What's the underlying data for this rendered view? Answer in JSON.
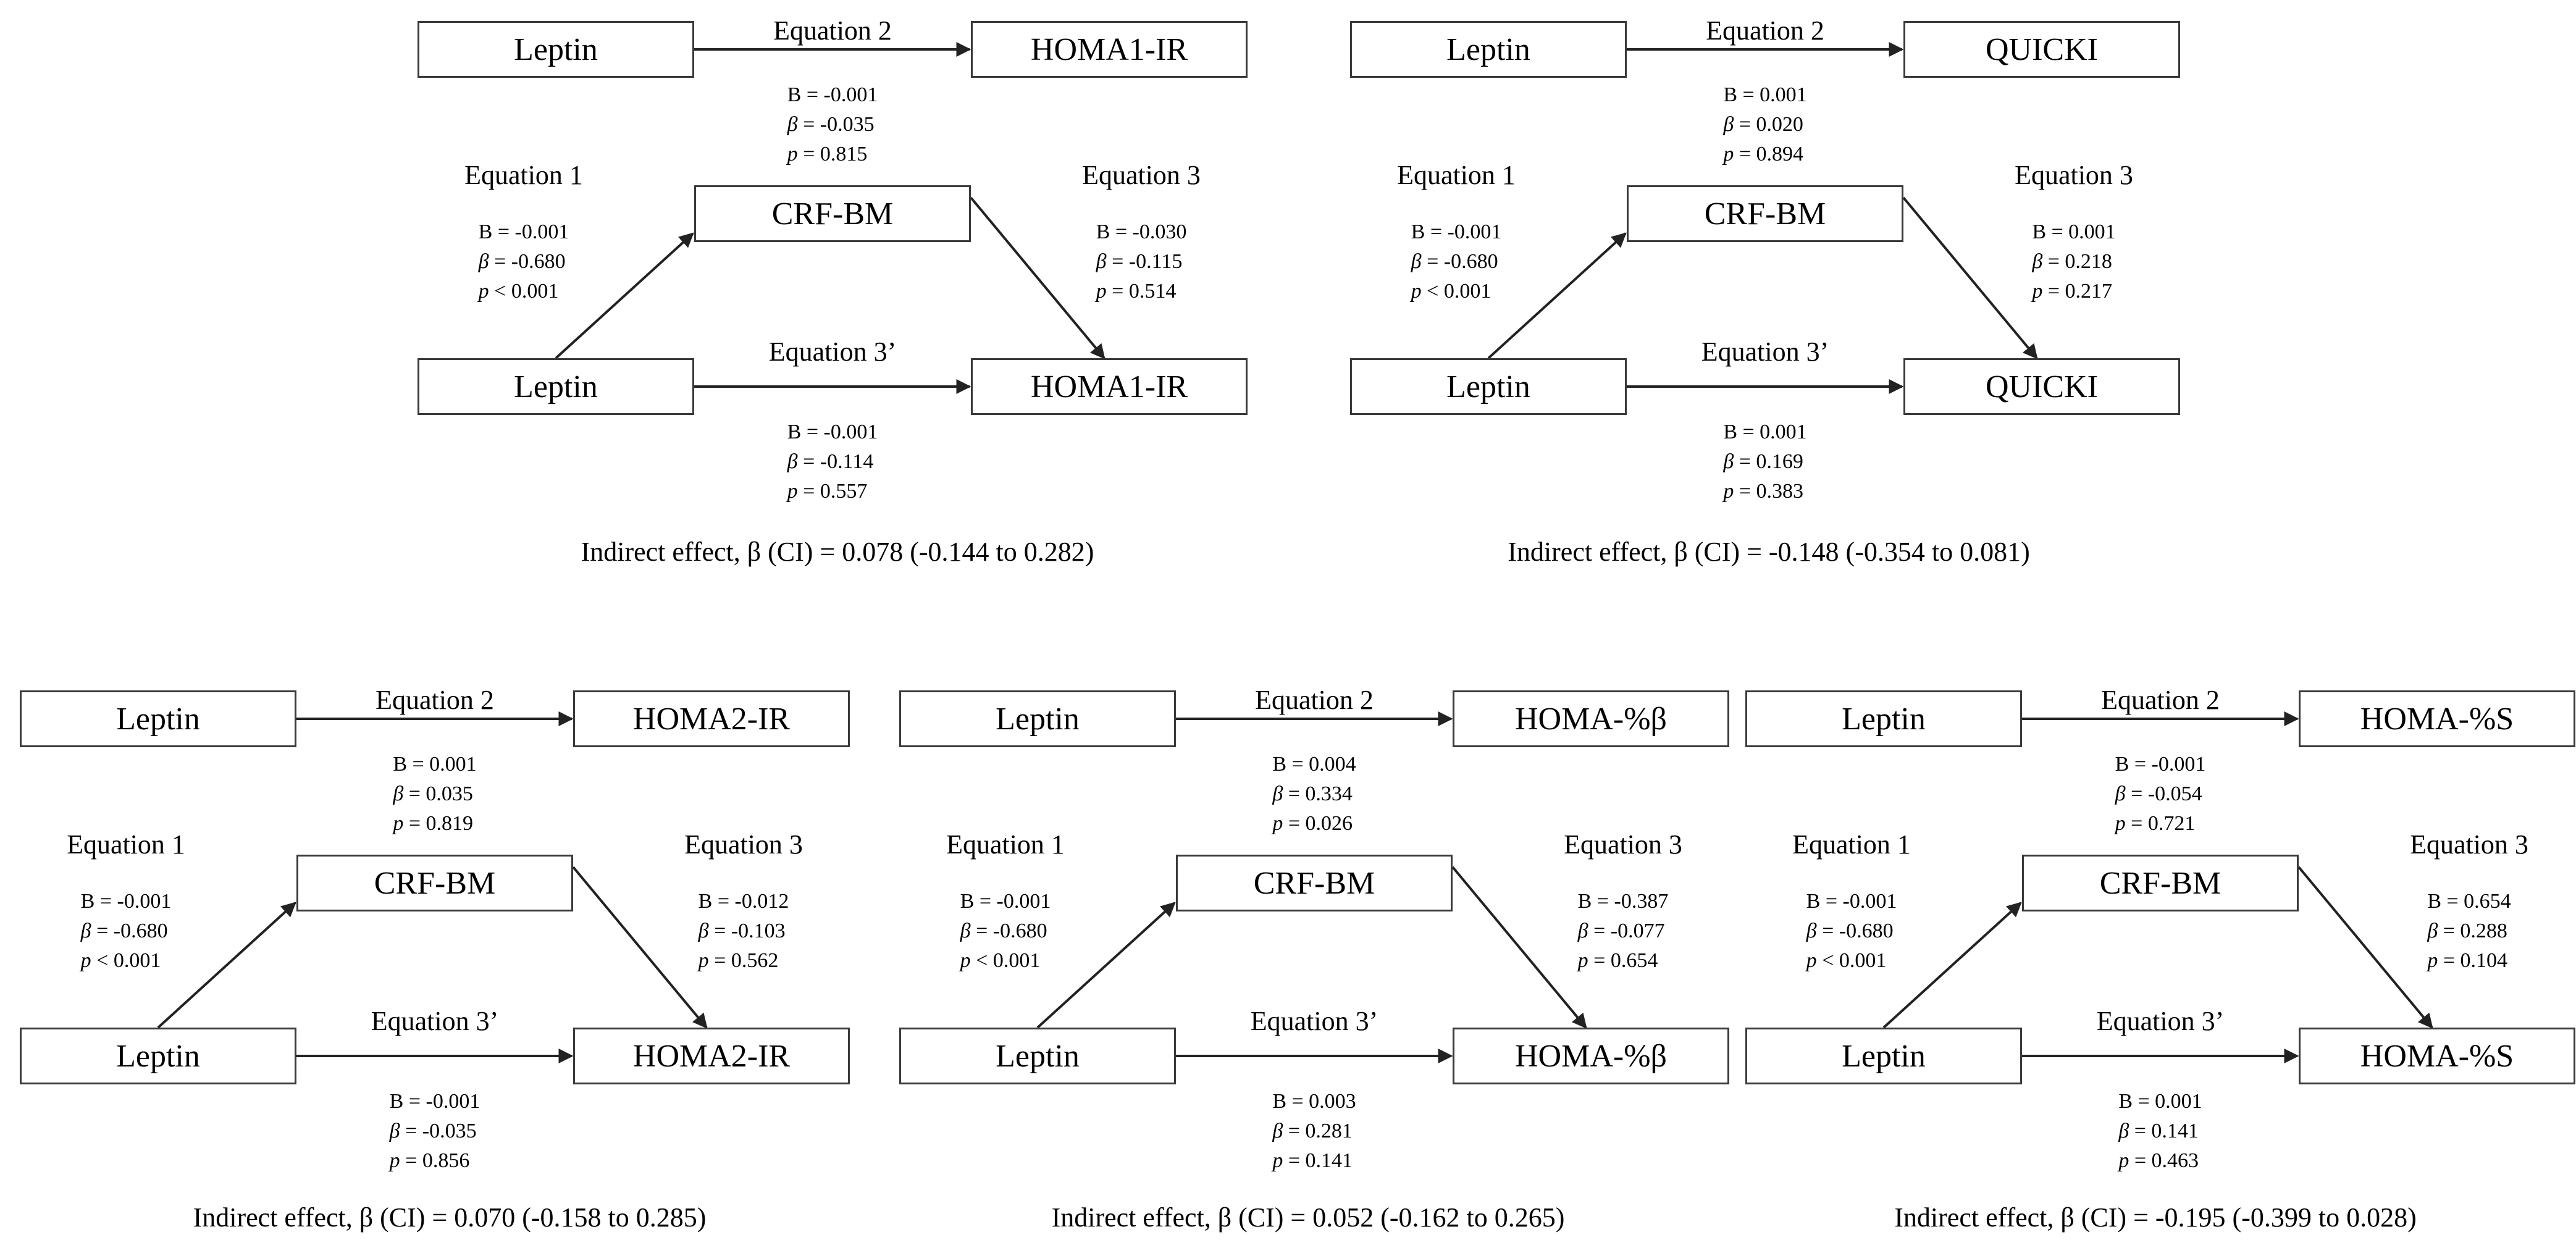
{
  "panels": [
    {
      "predictor": "Leptin",
      "mediator": "CRF-BM",
      "outcome": "HOMA1-IR",
      "eq1": {
        "label": "Equation 1",
        "B": "B = -0.001",
        "beta": "= -0.680",
        "p": "< 0.001"
      },
      "eq2": {
        "label": "Equation 2",
        "B": "B = -0.001",
        "beta": "= -0.035",
        "p": "= 0.815"
      },
      "eq3": {
        "label": "Equation 3",
        "B": "B = -0.030",
        "beta": "= -0.115",
        "p": "= 0.514"
      },
      "eq3p": {
        "label": "Equation 3’",
        "B": "B = -0.001",
        "beta": "= -0.114",
        "p": "= 0.557"
      },
      "indirect": "Indirect effect, β (CI) = 0.078 (-0.144 to 0.282)"
    },
    {
      "predictor": "Leptin",
      "mediator": "CRF-BM",
      "outcome": "QUICKI",
      "eq1": {
        "label": "Equation 1",
        "B": "B = -0.001",
        "beta": "= -0.680",
        "p": "< 0.001"
      },
      "eq2": {
        "label": "Equation 2",
        "B": "B = 0.001",
        "beta": "= 0.020",
        "p": "= 0.894"
      },
      "eq3": {
        "label": "Equation 3",
        "B": "B = 0.001",
        "beta": "= 0.218",
        "p": "= 0.217"
      },
      "eq3p": {
        "label": "Equation 3’",
        "B": "B = 0.001",
        "beta": "= 0.169",
        "p": "= 0.383"
      },
      "indirect": "Indirect effect, β (CI) = -0.148 (-0.354 to 0.081)"
    },
    {
      "predictor": "Leptin",
      "mediator": "CRF-BM",
      "outcome": "HOMA2-IR",
      "eq1": {
        "label": "Equation 1",
        "B": "B = -0.001",
        "beta": "= -0.680",
        "p": "< 0.001"
      },
      "eq2": {
        "label": "Equation 2",
        "B": "B = 0.001",
        "beta": "= 0.035",
        "p": "= 0.819"
      },
      "eq3": {
        "label": "Equation 3",
        "B": "B = -0.012",
        "beta": "= -0.103",
        "p": "= 0.562"
      },
      "eq3p": {
        "label": "Equation 3’",
        "B": "B = -0.001",
        "beta": "= -0.035",
        "p": "= 0.856"
      },
      "indirect": "Indirect effect, β (CI) = 0.070 (-0.158 to 0.285)"
    },
    {
      "predictor": "Leptin",
      "mediator": "CRF-BM",
      "outcome": "HOMA-%β",
      "eq1": {
        "label": "Equation 1",
        "B": "B = -0.001",
        "beta": "= -0.680",
        "p": "< 0.001"
      },
      "eq2": {
        "label": "Equation 2",
        "B": "B = 0.004",
        "beta": "= 0.334",
        "p": "= 0.026"
      },
      "eq3": {
        "label": "Equation 3",
        "B": "B = -0.387",
        "beta": "= -0.077",
        "p": "= 0.654"
      },
      "eq3p": {
        "label": "Equation 3’",
        "B": "B = 0.003",
        "beta": "= 0.281",
        "p": "= 0.141"
      },
      "indirect": "Indirect effect, β (CI) = 0.052 (-0.162 to 0.265)"
    },
    {
      "predictor": "Leptin",
      "mediator": "CRF-BM",
      "outcome": "HOMA-%S",
      "eq1": {
        "label": "Equation 1",
        "B": "B = -0.001",
        "beta": "= -0.680",
        "p": "< 0.001"
      },
      "eq2": {
        "label": "Equation 2",
        "B": "B = -0.001",
        "beta": "= -0.054",
        "p": "= 0.721"
      },
      "eq3": {
        "label": "Equation 3",
        "B": "B = 0.654",
        "beta": "= 0.288",
        "p": "= 0.104"
      },
      "eq3p": {
        "label": "Equation 3’",
        "B": "B = 0.001",
        "beta": "= 0.141",
        "p": "= 0.463"
      },
      "indirect": "Indirect effect, β (CI) = -0.195 (-0.399 to 0.028)"
    }
  ],
  "symbols": {
    "beta": "β",
    "p": "p"
  }
}
